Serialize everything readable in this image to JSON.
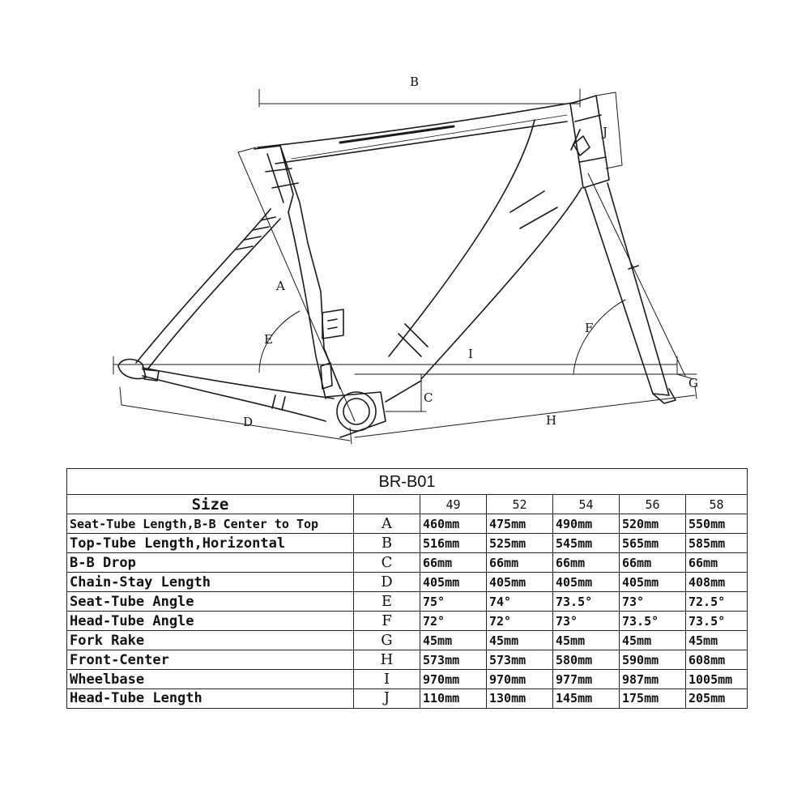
{
  "diagram": {
    "dimension_labels": {
      "A": "A",
      "B": "B",
      "C": "C",
      "D": "D",
      "E": "E",
      "F": "F",
      "G": "G",
      "H": "H",
      "I": "I",
      "J": "J"
    }
  },
  "table": {
    "title": "BR-B01",
    "size_header": "Size",
    "sizes": [
      "49",
      "52",
      "54",
      "56",
      "58"
    ],
    "rows": [
      {
        "label": "Seat-Tube Length,B-B Center to Top",
        "code": "A",
        "values": [
          "460mm",
          "475mm",
          "490mm",
          "520mm",
          "550mm"
        ]
      },
      {
        "label": "Top-Tube Length,Horizontal",
        "code": "B",
        "values": [
          "516mm",
          "525mm",
          "545mm",
          "565mm",
          "585mm"
        ]
      },
      {
        "label": "B-B Drop",
        "code": "C",
        "values": [
          "66mm",
          "66mm",
          "66mm",
          "66mm",
          "66mm"
        ]
      },
      {
        "label": "Chain-Stay Length",
        "code": "D",
        "values": [
          "405mm",
          "405mm",
          "405mm",
          "405mm",
          "408mm"
        ]
      },
      {
        "label": "Seat-Tube Angle",
        "code": "E",
        "values": [
          "75°",
          "74°",
          "73.5°",
          "73°",
          "72.5°"
        ]
      },
      {
        "label": "Head-Tube Angle",
        "code": "F",
        "values": [
          "72°",
          "72°",
          "73°",
          "73.5°",
          "73.5°"
        ]
      },
      {
        "label": "Fork Rake",
        "code": "G",
        "values": [
          "45mm",
          "45mm",
          "45mm",
          "45mm",
          "45mm"
        ]
      },
      {
        "label": "Front-Center",
        "code": "H",
        "values": [
          "573mm",
          "573mm",
          "580mm",
          "590mm",
          "608mm"
        ]
      },
      {
        "label": "Wheelbase",
        "code": "I",
        "values": [
          "970mm",
          "970mm",
          "977mm",
          "987mm",
          "1005mm"
        ]
      },
      {
        "label": "Head-Tube Length",
        "code": "J",
        "values": [
          "110mm",
          "130mm",
          "145mm",
          "175mm",
          "205mm"
        ]
      }
    ]
  }
}
